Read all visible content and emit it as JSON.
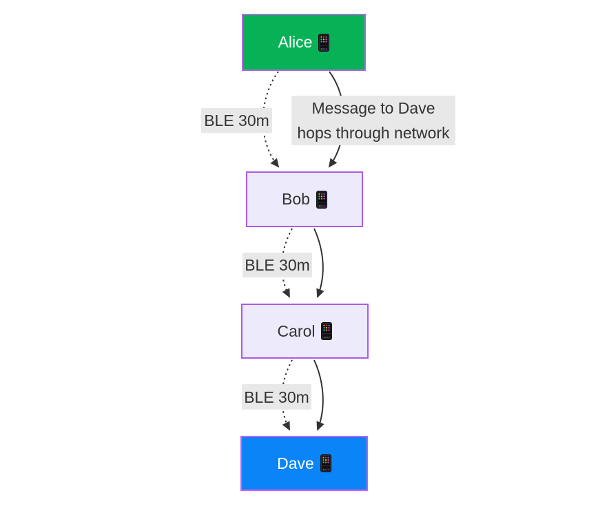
{
  "diagram": {
    "type": "flowchart",
    "direction": "top-down",
    "background": "#ffffff",
    "edge_color": "#333333",
    "edge_label_bg": "#e8e8e8",
    "edge_label_text_color": "#333333",
    "nodes": [
      {
        "id": "alice",
        "label": "Alice",
        "icon": "mobile-phone-emoji",
        "fill": "#07b257",
        "border": "#b06ae0",
        "text_color": "#ffffff"
      },
      {
        "id": "bob",
        "label": "Bob",
        "icon": "mobile-phone-emoji",
        "fill": "#edeafb",
        "border": "#a95ce2",
        "text_color": "#333333"
      },
      {
        "id": "carol",
        "label": "Carol",
        "icon": "mobile-phone-emoji",
        "fill": "#edeafb",
        "border": "#a95ce2",
        "text_color": "#333333"
      },
      {
        "id": "dave",
        "label": "Dave",
        "icon": "mobile-phone-emoji",
        "fill": "#0a84f6",
        "border": "#cb5cf0",
        "text_color": "#ffffff"
      }
    ],
    "edges": [
      {
        "from": "alice",
        "to": "bob",
        "style": "dotted",
        "label": "BLE 30m"
      },
      {
        "from": "alice",
        "to": "bob",
        "style": "solid",
        "label": "Message to Dave hops through network",
        "label_lines": [
          "Message to Dave",
          "hops through network"
        ]
      },
      {
        "from": "bob",
        "to": "carol",
        "style": "dotted",
        "label": "BLE 30m"
      },
      {
        "from": "bob",
        "to": "carol",
        "style": "solid",
        "label": ""
      },
      {
        "from": "carol",
        "to": "dave",
        "style": "dotted",
        "label": "BLE 30m"
      },
      {
        "from": "carol",
        "to": "dave",
        "style": "solid",
        "label": ""
      }
    ]
  }
}
